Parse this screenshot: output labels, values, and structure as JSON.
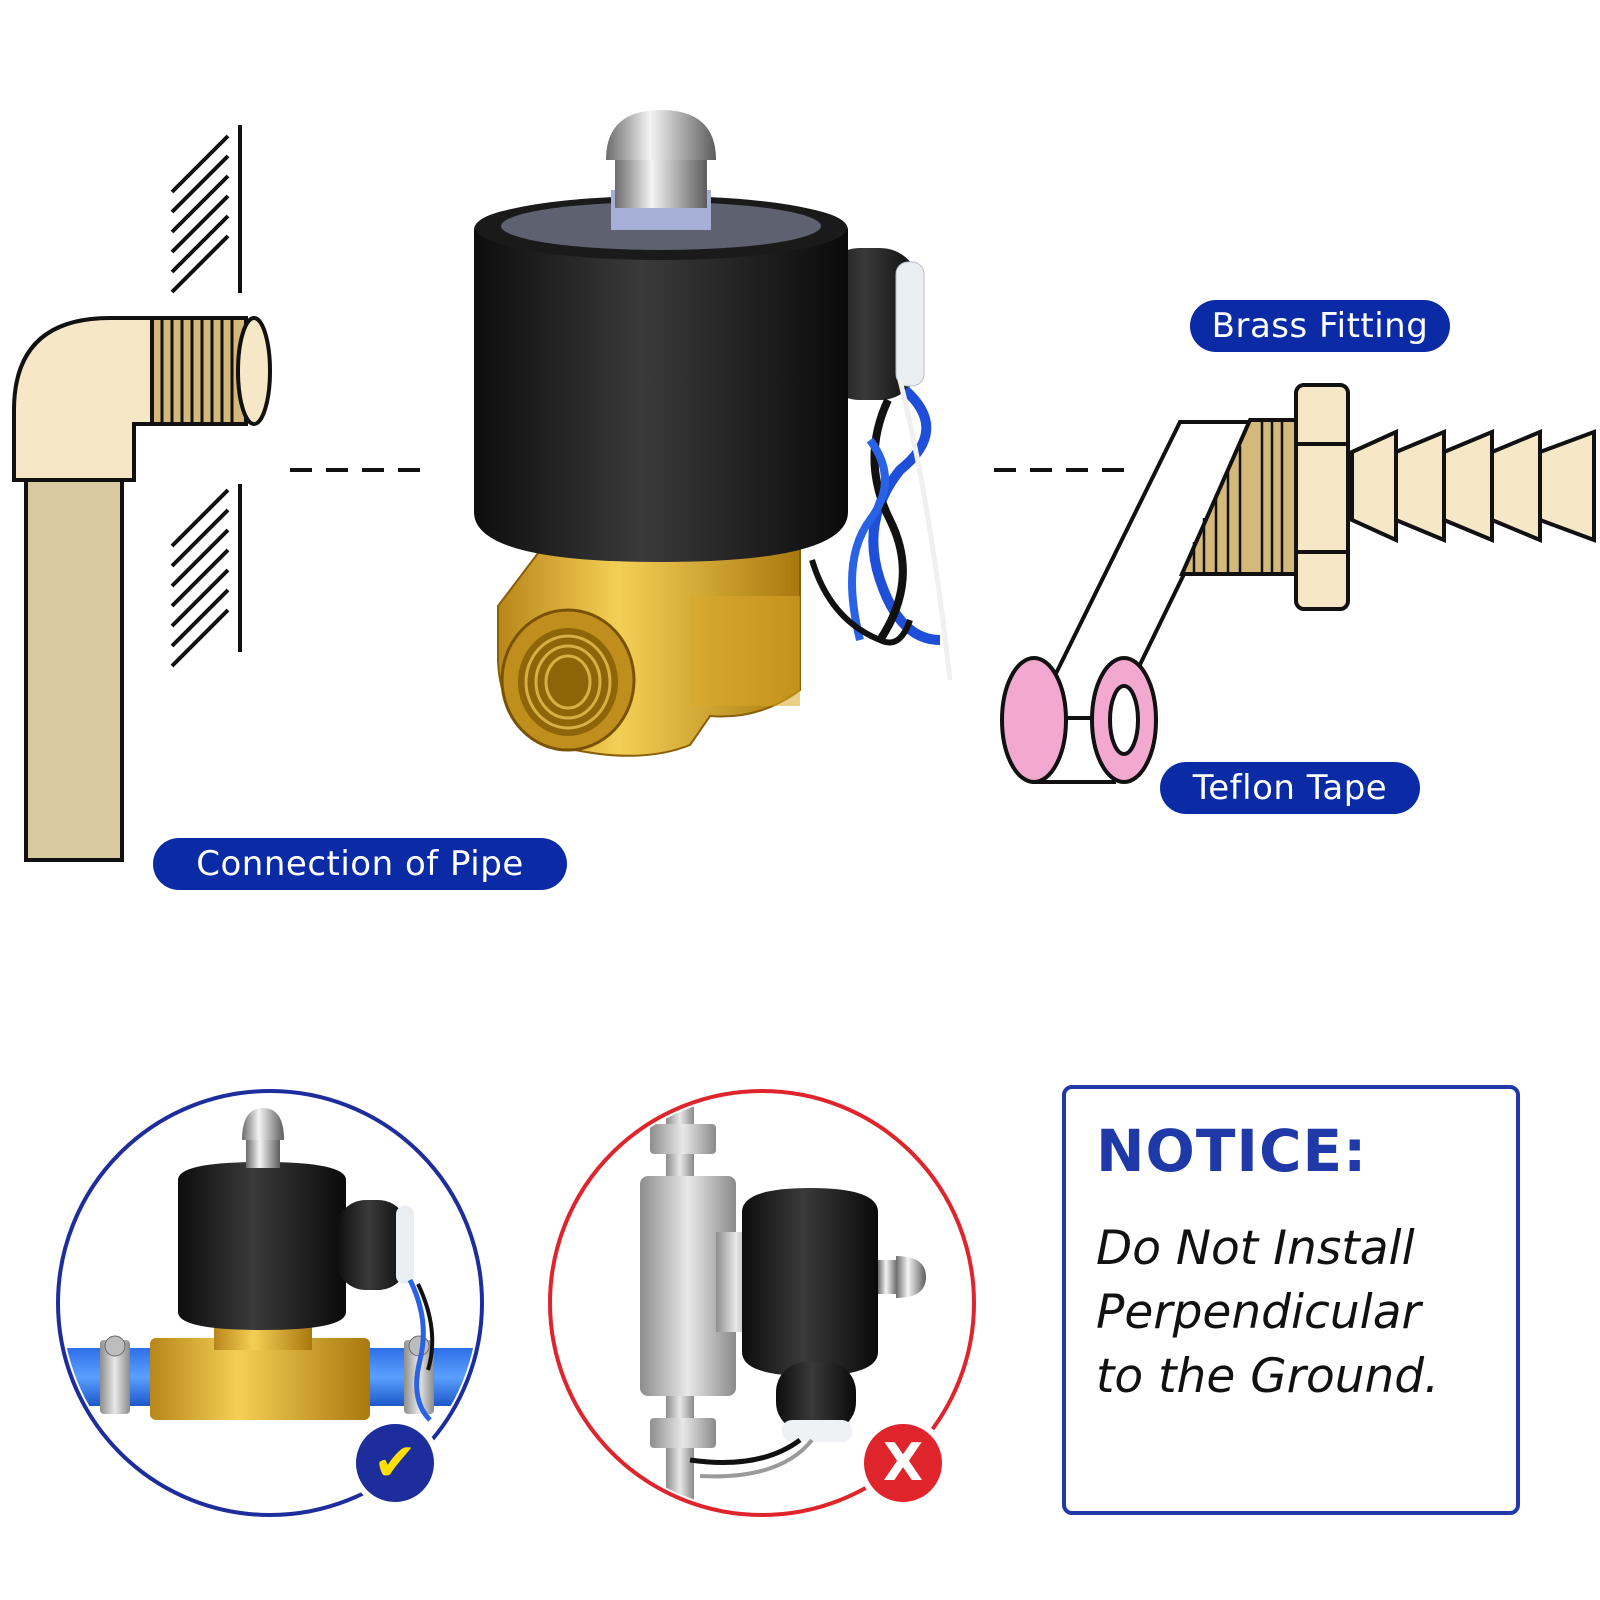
{
  "labels": {
    "brass_fitting": "Brass Fitting",
    "teflon_tape": "Teflon Tape",
    "connection_of_pipe": "Connection of Pipe"
  },
  "notice": {
    "title": "NOTICE:",
    "lines": [
      "Do Not Install",
      "Perpendicular",
      "to the Ground."
    ]
  },
  "badges": {
    "correct_symbol": "✔",
    "wrong_symbol": "X"
  },
  "colors": {
    "label_bg": "#0b2ba6",
    "notice_border": "#1f3aa8",
    "correct_ring": "#1d2e9c",
    "wrong_ring": "#e0242b",
    "brass": "#d9a826",
    "pipe_tan": "#d8c9a0",
    "teflon_pink": "#f2a8cf",
    "check_yellow": "#ffe000"
  },
  "icons": {
    "correct": "check-mark-icon",
    "wrong": "cross-mark-icon"
  }
}
